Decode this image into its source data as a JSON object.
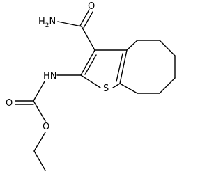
{
  "molecule": {
    "atoms": {
      "carbonyl_o": "O",
      "amide_n": "H2N",
      "amide_n_sub": "2",
      "carbamate_nh": "HN",
      "carbamate_o_double": "O",
      "ester_o": "O",
      "ring_s": "S"
    }
  },
  "colors": {
    "bond": "#000000",
    "background": "#ffffff"
  }
}
